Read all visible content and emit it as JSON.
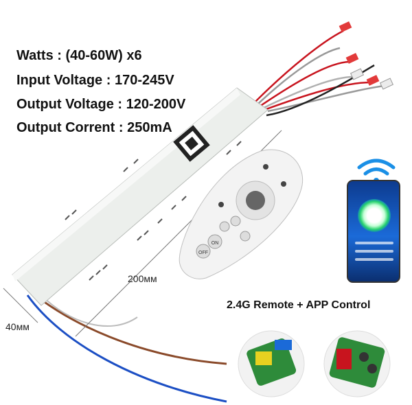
{
  "specs": {
    "watts": "Watts : (40-60W) x6",
    "input_voltage": "Input Voltage : 170-245V",
    "output_voltage": "Output Voltage : 120-200V",
    "output_current": "Output Corrent : 250mA"
  },
  "dimensions": {
    "length": "200мм",
    "width": "40мм"
  },
  "caption": "2.4G Remote + APP Control",
  "remote_buttons": {
    "on": "ON",
    "off": "OFF"
  },
  "colors": {
    "driver_body": "#ecefec",
    "wire_red": "#c8141e",
    "wire_brown": "#8a4a2a",
    "wire_blue": "#1c4fc4",
    "pcb_green": "#2e8b3a"
  }
}
